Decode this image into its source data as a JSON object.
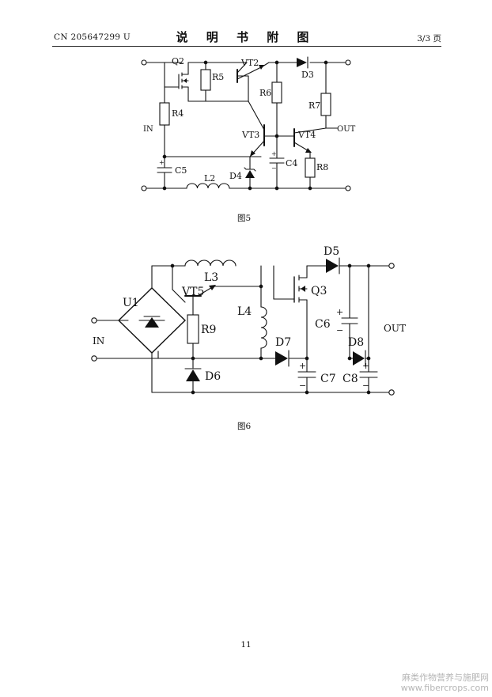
{
  "header": {
    "patent_number": "CN 205647299 U",
    "title": "说 明 书 附 图",
    "page": "3/3 页"
  },
  "figure5": {
    "caption": "图5",
    "labels": {
      "q2": "Q2",
      "vt2": "VT2",
      "d3": "D3",
      "r5": "R5",
      "r6": "R6",
      "r7": "R7",
      "r4": "R4",
      "in": "IN",
      "vt3": "VT3",
      "vt4": "VT4",
      "out": "OUT",
      "c5": "C5",
      "c4": "C4",
      "r8": "R8",
      "l2": "L2",
      "d4": "D4"
    }
  },
  "figure6": {
    "caption": "图6",
    "labels": {
      "d5": "D5",
      "l3": "L3",
      "vt5": "VT5",
      "q3": "Q3",
      "u1": "U1",
      "l4": "L4",
      "r9": "R9",
      "c6": "C6",
      "out": "OUT",
      "in": "IN",
      "d7": "D7",
      "d8": "D8",
      "d6": "D6",
      "c7": "C7",
      "c8": "C8"
    }
  },
  "footer": {
    "page_number": "11"
  },
  "watermark": {
    "line1": "麻类作物营养与施肥网",
    "line2": "www.fibercrops.com"
  }
}
